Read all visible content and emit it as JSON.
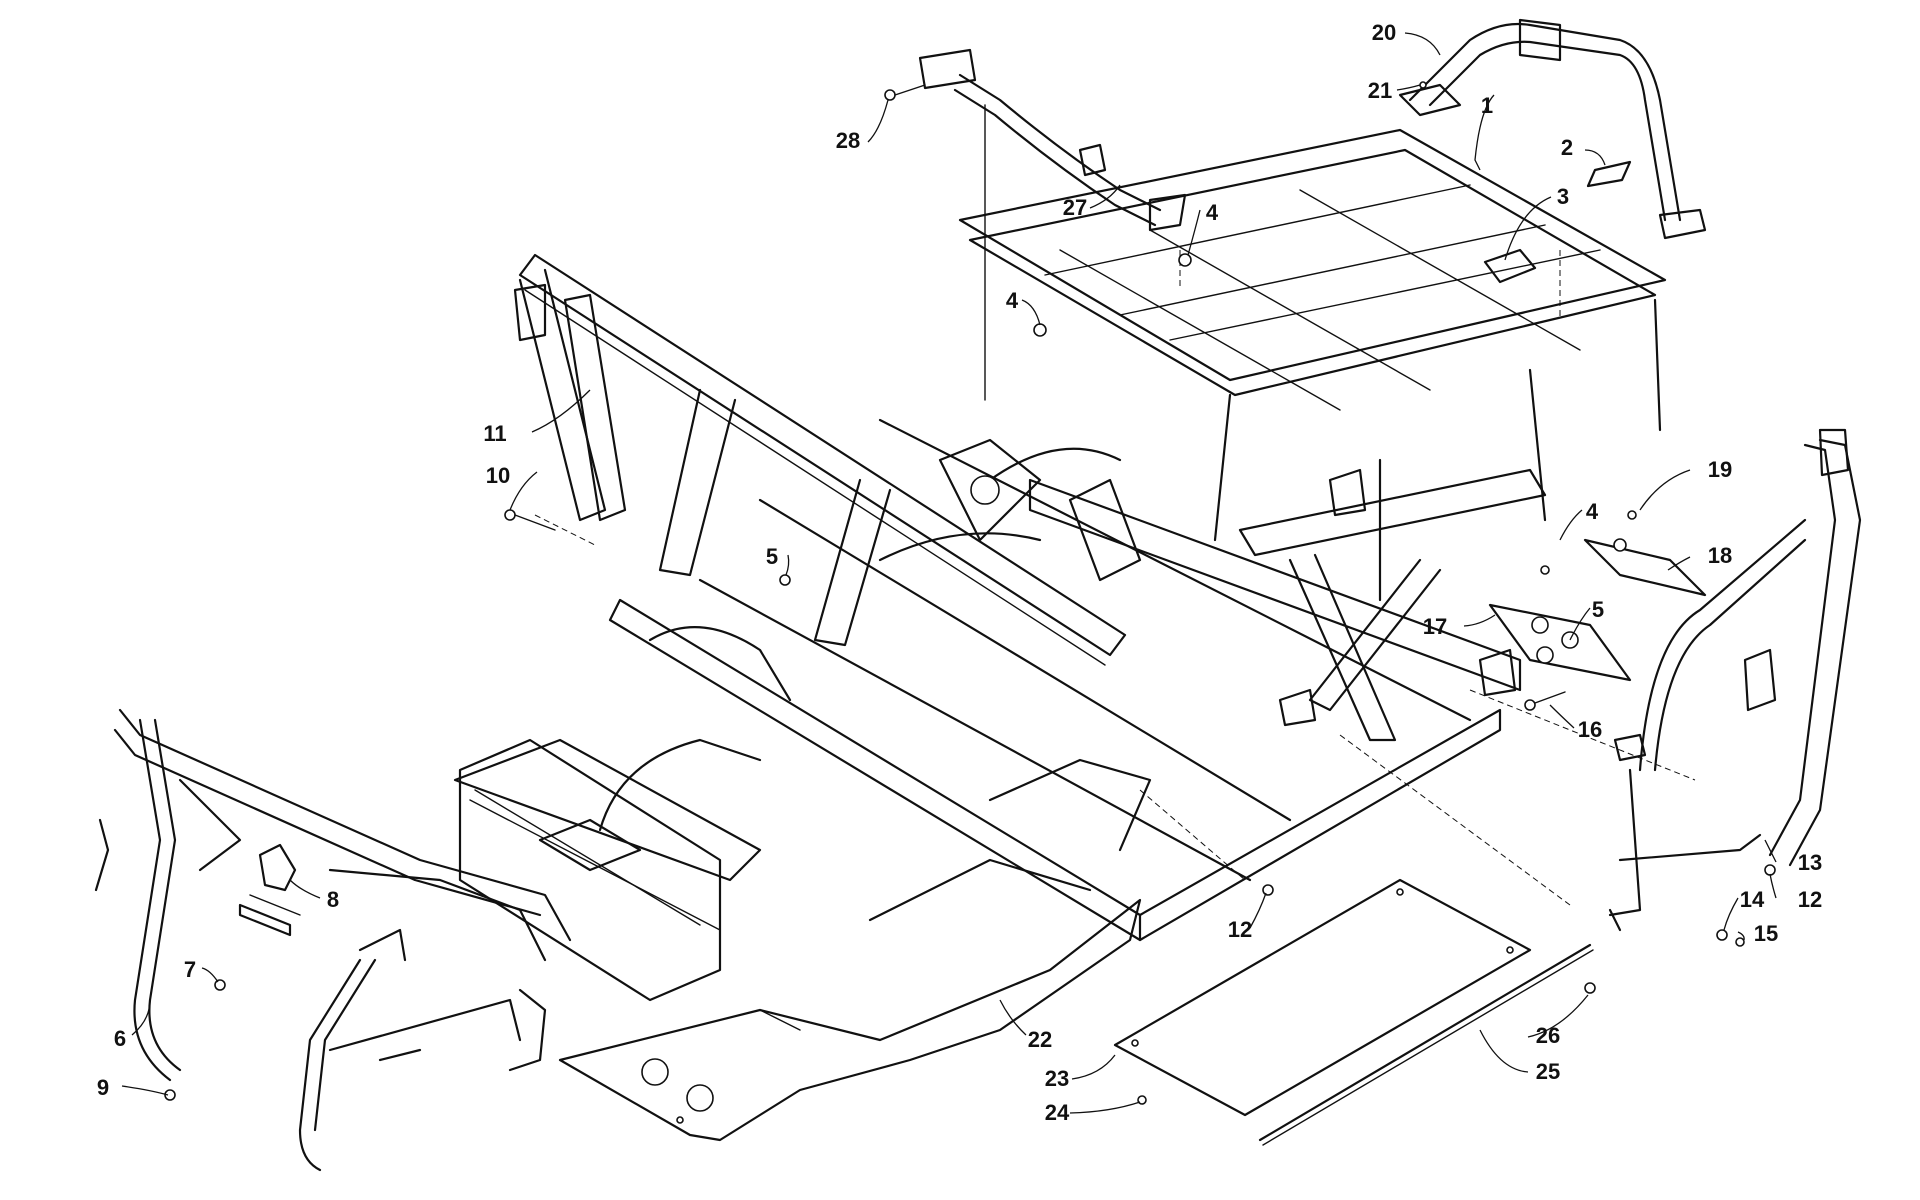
{
  "callouts": [
    {
      "id": "c1",
      "label": "1"
    },
    {
      "id": "c2",
      "label": "2"
    },
    {
      "id": "c3",
      "label": "3"
    },
    {
      "id": "c4a",
      "label": "4"
    },
    {
      "id": "c4b",
      "label": "4"
    },
    {
      "id": "c4c",
      "label": "4"
    },
    {
      "id": "c5a",
      "label": "5"
    },
    {
      "id": "c5b",
      "label": "5"
    },
    {
      "id": "c6",
      "label": "6"
    },
    {
      "id": "c7",
      "label": "7"
    },
    {
      "id": "c8",
      "label": "8"
    },
    {
      "id": "c9",
      "label": "9"
    },
    {
      "id": "c10",
      "label": "10"
    },
    {
      "id": "c11",
      "label": "11"
    },
    {
      "id": "c12a",
      "label": "12"
    },
    {
      "id": "c12b",
      "label": "12"
    },
    {
      "id": "c13",
      "label": "13"
    },
    {
      "id": "c14",
      "label": "14"
    },
    {
      "id": "c15",
      "label": "15"
    },
    {
      "id": "c16",
      "label": "16"
    },
    {
      "id": "c17",
      "label": "17"
    },
    {
      "id": "c18",
      "label": "18"
    },
    {
      "id": "c19",
      "label": "19"
    },
    {
      "id": "c20",
      "label": "20"
    },
    {
      "id": "c21",
      "label": "21"
    },
    {
      "id": "c22",
      "label": "22"
    },
    {
      "id": "c23",
      "label": "23"
    },
    {
      "id": "c24",
      "label": "24"
    },
    {
      "id": "c25",
      "label": "25"
    },
    {
      "id": "c26",
      "label": "26"
    },
    {
      "id": "c27",
      "label": "27"
    },
    {
      "id": "c28",
      "label": "28"
    }
  ]
}
